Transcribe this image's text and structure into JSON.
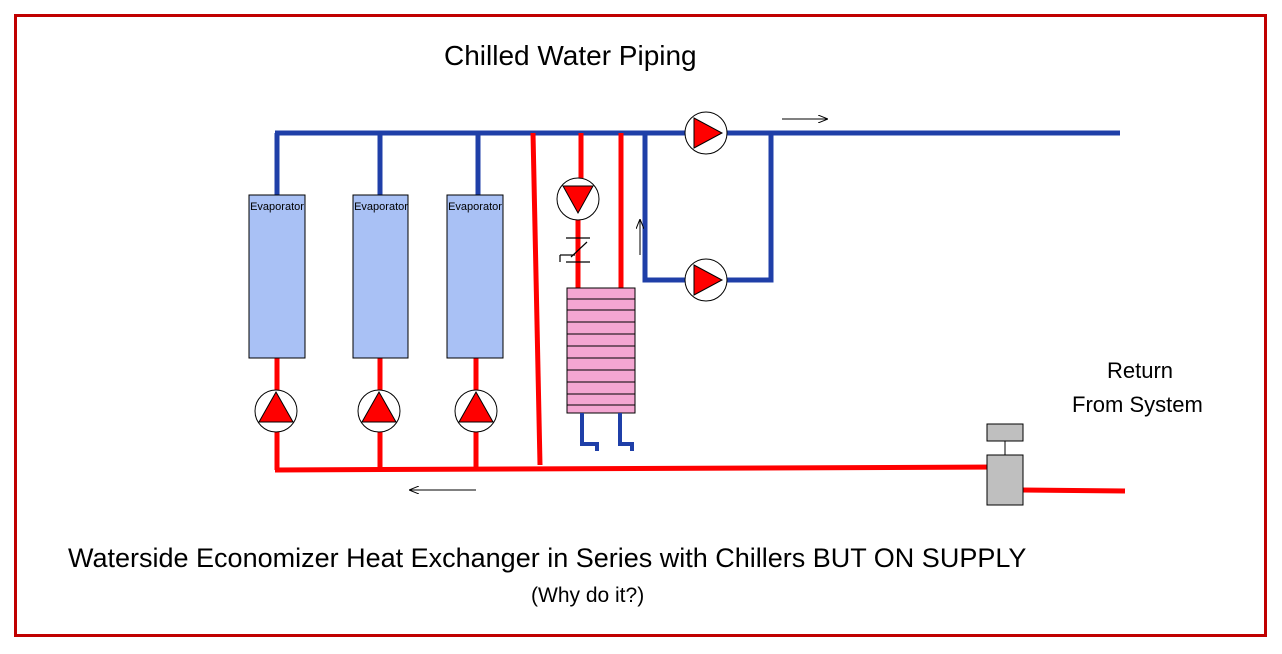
{
  "title": "Chilled Water Piping",
  "return_label_line1": "Return",
  "return_label_line2": "From System",
  "caption": "Waterside Economizer Heat Exchanger in Series with Chillers BUT ON SUPPLY",
  "subcaption": "(Why do it?)",
  "evaporators": [
    {
      "label": "Evaporator"
    },
    {
      "label": "Evaporator"
    },
    {
      "label": "Evaporator"
    }
  ],
  "colors": {
    "frame": "#c00000",
    "supply_pipe": "#1f3fa8",
    "return_pipe": "#ff0000",
    "evaporator_fill": "#a9c1f5",
    "heat_exchanger_fill": "#f4a6d2",
    "pump_fill": "#ff0000",
    "valve_fill": "#bfbfbf"
  },
  "icons": [
    "pump-icon",
    "check-valve-icon",
    "control-valve-icon",
    "flow-arrow-icon",
    "heat-exchanger-icon"
  ]
}
